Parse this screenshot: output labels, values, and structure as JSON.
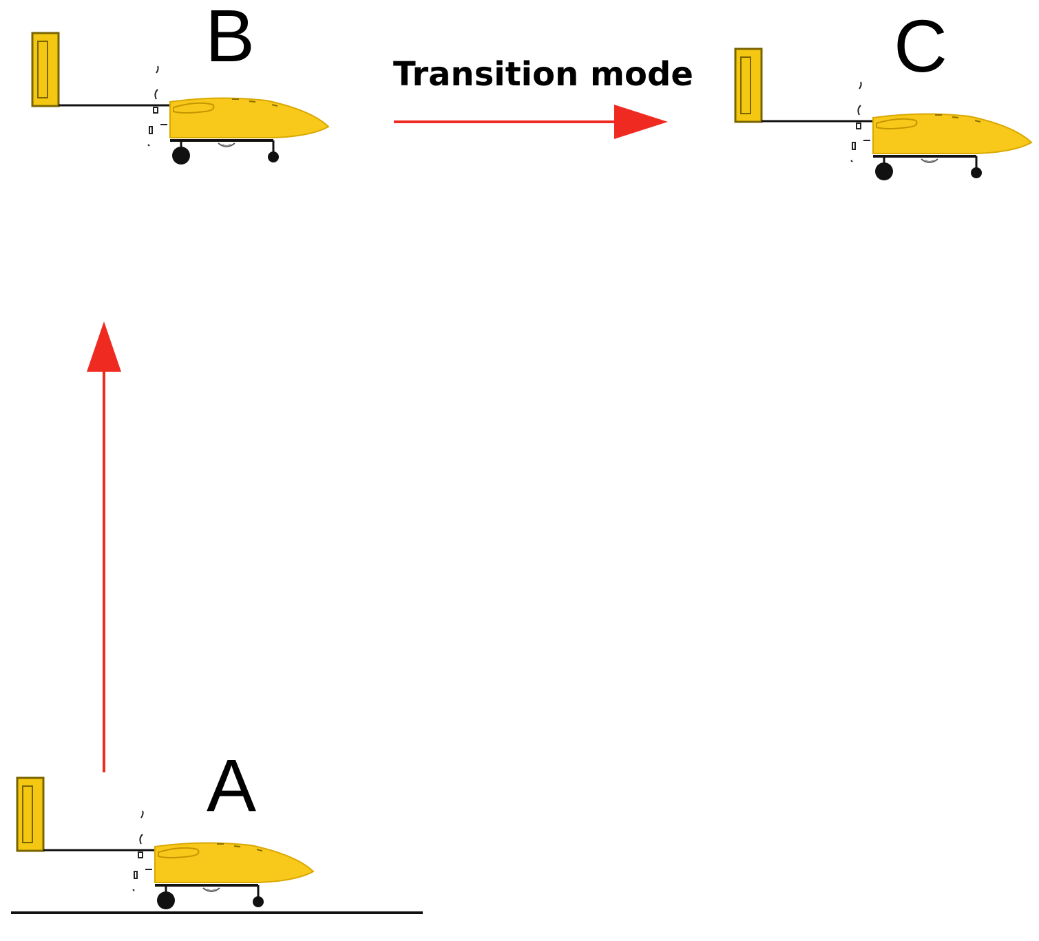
{
  "labels": {
    "state_a": "A",
    "state_b": "B",
    "state_c": "C",
    "transition": "Transition mode"
  },
  "colors": {
    "arrow": "#ef2a20",
    "vehicle_body": "#f8c81a",
    "vehicle_outline": "#d9a800",
    "tether_box": "#f4c812",
    "ink": "#000000",
    "background": "#ffffff"
  },
  "icons": {
    "vehicle": "tethered-yellow-vehicle-icon",
    "anchor": "tether-anchor-box-icon",
    "arrow": "red-arrow-icon"
  }
}
